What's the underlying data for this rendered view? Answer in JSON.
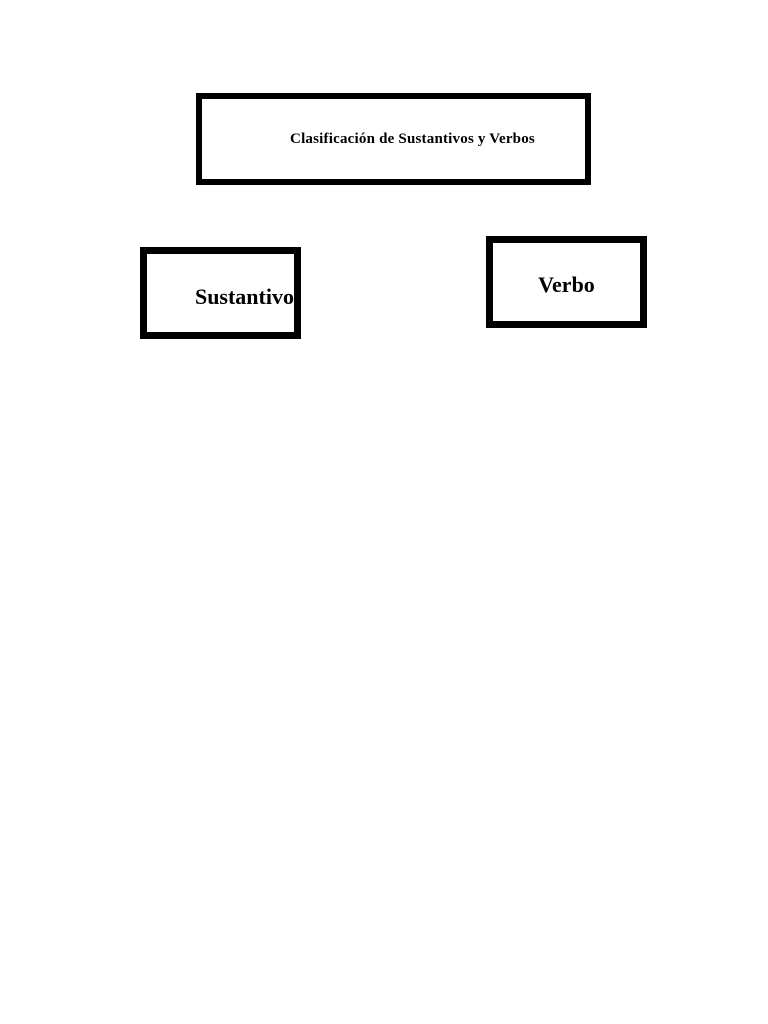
{
  "diagram": {
    "title": "Clasificación de Sustantivos y Verbos",
    "nodes": [
      {
        "label": "Sustantivo"
      },
      {
        "label": "Verbo"
      }
    ],
    "colors": {
      "page_background": "#ffffff",
      "box_background": "#ffffff",
      "border": "#000000",
      "text": "#000000"
    }
  }
}
